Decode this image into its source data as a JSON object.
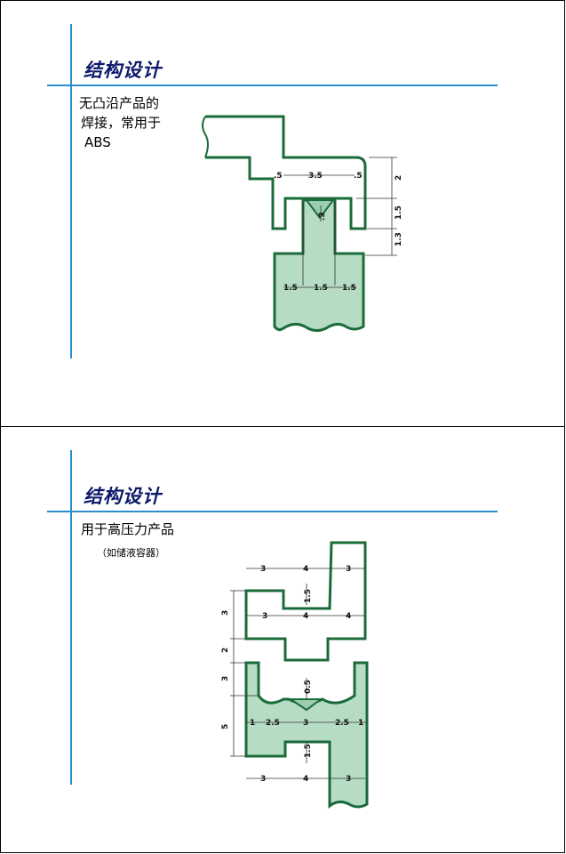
{
  "slides": [
    {
      "title": "结构设计",
      "text_lines": [
        "无凸沿产品的",
        "焊接，常用于",
        "ABS"
      ],
      "figure": {
        "fill_color": "#b6dcc4",
        "stroke_color": "#1b6b3a",
        "dimensions": [
          ".5",
          "3.5",
          ".5",
          "2",
          ".3",
          "1.5",
          "1.3",
          "1.5",
          "1.5",
          "1.5"
        ]
      }
    },
    {
      "title": "结构设计",
      "text_lines": [
        "用于高压力产品"
      ],
      "note": "（如储液容器）",
      "figure": {
        "fill_color": "#b6dcc4",
        "stroke_color": "#1b6b3a",
        "dimensions": [
          "3",
          "4",
          "3",
          "1.5",
          "4",
          "3",
          "4",
          "3",
          "2",
          "3",
          "0.5",
          "5",
          "1",
          "2.5",
          "3",
          "2.5",
          "1",
          "1.5",
          "3",
          "4",
          "3"
        ]
      }
    }
  ]
}
